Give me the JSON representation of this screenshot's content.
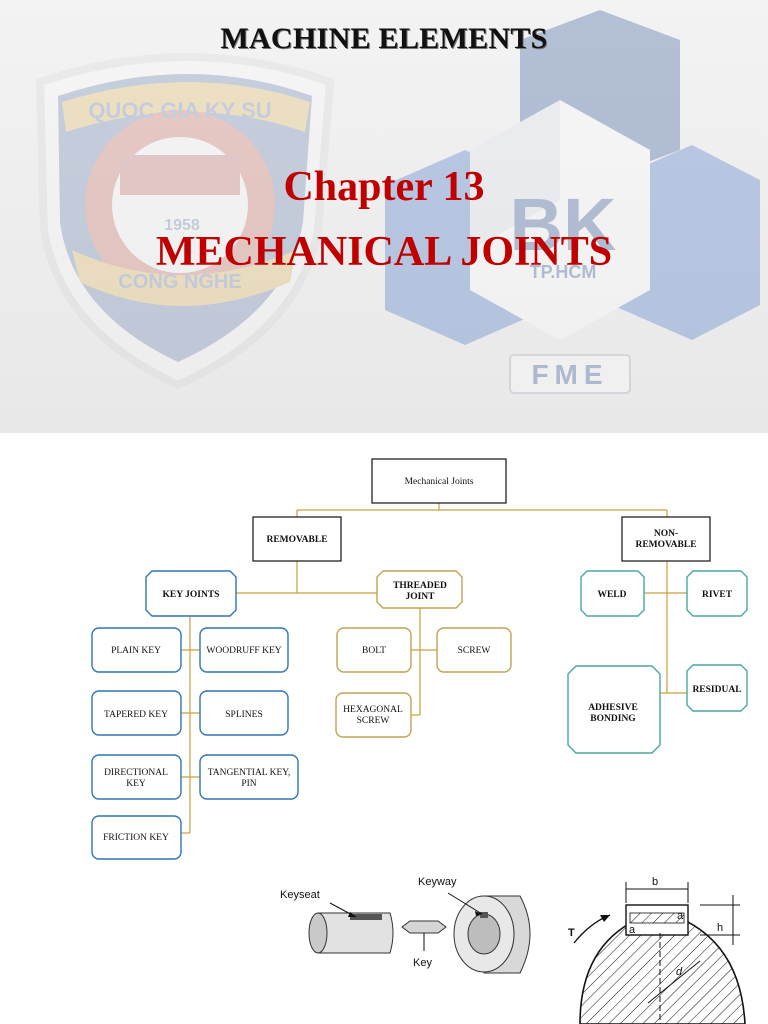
{
  "slide": {
    "course_title": "MACHINE ELEMENTS",
    "chapter": "Chapter 13",
    "chapter_title": "MECHANICAL JOINTS"
  },
  "logos": {
    "left_text_top": "QUOC GIA KY SU",
    "left_year": "1958",
    "left_text_bottom": "CONG NGHE",
    "right_text": "BK",
    "right_sub": "TP.HCM",
    "right_bottom": "FME"
  },
  "diagram": {
    "root": "Mechanical Joints",
    "removable": "REMOVABLE",
    "non_removable": [
      "NON-",
      "REMOVABLE"
    ],
    "key_joints": "KEY JOINTS",
    "threaded": [
      "THREADED",
      "JOINT"
    ],
    "key_types": {
      "plain": "PLAIN KEY",
      "woodruff": "WOODRUFF KEY",
      "tapered": "TAPERED KEY",
      "splines": "SPLINES",
      "directional": [
        "DIRECTIONAL",
        "KEY"
      ],
      "tangential": [
        "TANGENTIAL KEY,",
        "PIN"
      ],
      "friction": "FRICTION KEY"
    },
    "threaded_types": {
      "bolt": "BOLT",
      "screw": "SCREW",
      "hexagonal": [
        "HEXAGONAL",
        "SCREW"
      ]
    },
    "non_removable_types": {
      "weld": "WELD",
      "rivet": "RIVET",
      "adhesive": [
        "ADHESIVE",
        "BONDING"
      ],
      "residual": "RESIDUAL"
    }
  },
  "figures": {
    "keyseat": "Keyseat",
    "keyway": "Keyway",
    "key": "Key",
    "dim_b": "b",
    "dim_h": "h",
    "dim_T": "T",
    "dim_d": "d",
    "dim_a": "a"
  },
  "colors": {
    "title_red": "#c00000",
    "connector": "#c9a13b",
    "key_blue": "#2e75b6",
    "thread_gold": "#bfa454",
    "teal": "#4aa6a1",
    "logo_blue": "#2f5597"
  }
}
